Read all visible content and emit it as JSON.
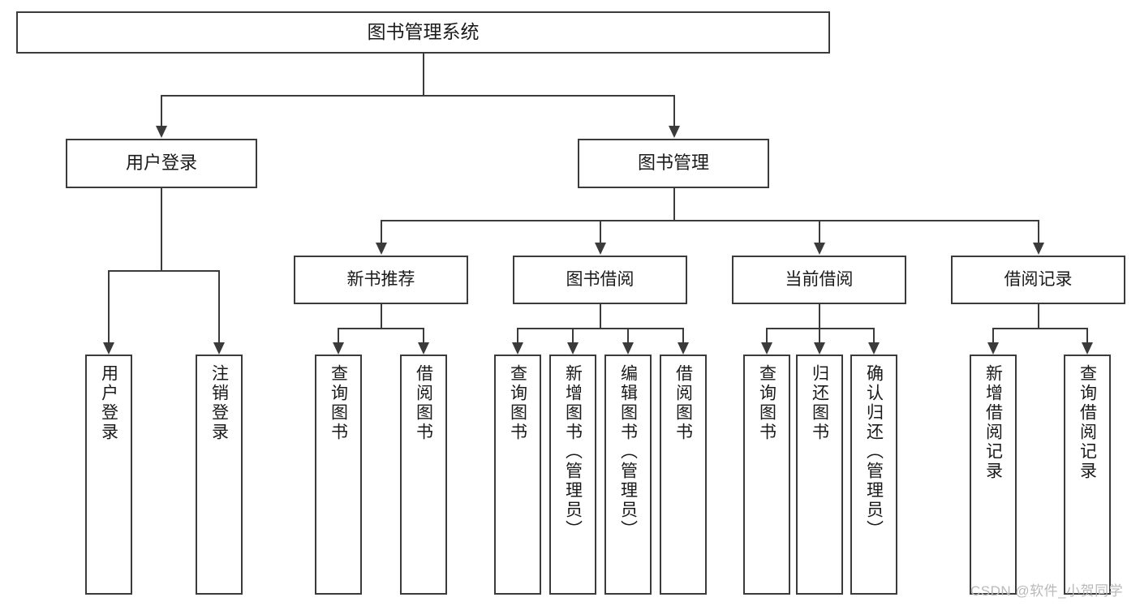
{
  "diagram": {
    "title": "图书管理系统",
    "type": "功能结构图",
    "root": {
      "label": "图书管理系统"
    },
    "level2": [
      {
        "label": "用户登录"
      },
      {
        "label": "图书管理"
      }
    ],
    "level3": [
      {
        "label": "新书推荐"
      },
      {
        "label": "图书借阅"
      },
      {
        "label": "当前借阅"
      },
      {
        "label": "借阅记录"
      }
    ],
    "leaves": {
      "user_login": [
        {
          "label": "用户登录"
        },
        {
          "label": "注销登录"
        }
      ],
      "new_book_recommend": [
        {
          "label": "查询图书"
        },
        {
          "label": "借阅图书"
        }
      ],
      "book_borrow": [
        {
          "label": "查询图书"
        },
        {
          "label": "新增图书（管理员）"
        },
        {
          "label": "编辑图书（管理员）"
        },
        {
          "label": "借阅图书"
        }
      ],
      "current_borrow": [
        {
          "label": "查询图书"
        },
        {
          "label": "归还图书"
        },
        {
          "label": "确认归还（管理员）"
        }
      ],
      "borrow_record": [
        {
          "label": "新增借阅记录"
        },
        {
          "label": "查询借阅记录"
        }
      ]
    }
  },
  "watermark": {
    "text": "CSDN @软件_小贺同学"
  },
  "colors": {
    "border": "#3b3b3b",
    "text": "#1a1a1a",
    "background": "#ffffff",
    "watermark": "#b9b9b9"
  }
}
